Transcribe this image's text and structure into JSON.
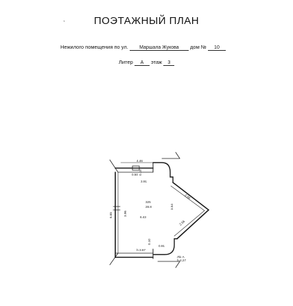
{
  "header": {
    "title": "ПОЭТАЖНЫЙ ПЛАН",
    "stray_mark": "ˋ"
  },
  "address": {
    "prefix": "Нежилого помещения по ул.",
    "street": "Маршала Жукова",
    "house_label": "дом №",
    "house_number": "10"
  },
  "building": {
    "liter_label": "Литер",
    "liter_value": "А",
    "floor_label": "этаж",
    "floor_value": "3"
  },
  "plan": {
    "dimensions": {
      "top_width": "4.46",
      "top_step": "0.50",
      "top_step_b": "0.15",
      "room_top": "3.91",
      "left_height": "6.65",
      "left_inner": "3.96",
      "room_depth": "6.43",
      "right_height": "3.54",
      "diag_upper": "2.66",
      "diag_lower": "2.56",
      "bottom_step": "0.91",
      "bottom_step_b": "0.10",
      "level_left": "h-3.97",
      "stair_label": "Л/к А",
      "level_right": "h-4.27"
    },
    "room": {
      "number": "325",
      "area": "28.8"
    }
  }
}
